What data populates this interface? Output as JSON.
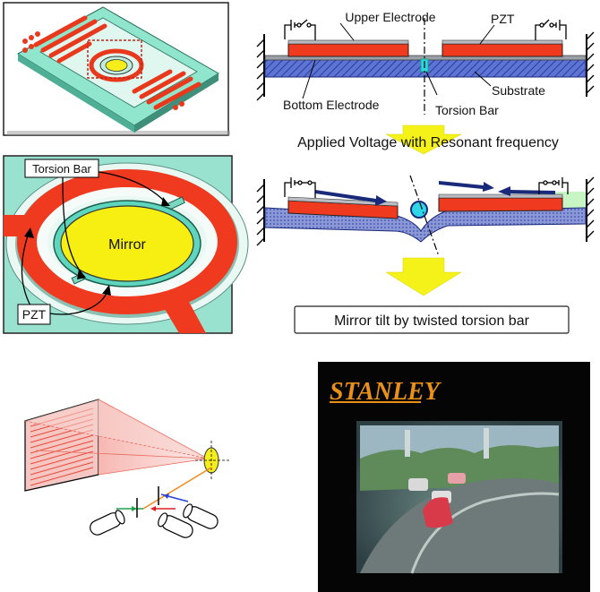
{
  "top_diagram": {
    "upper_electrode": "Upper Electrode",
    "pzt": "PZT",
    "bottom_electrode": "Bottom Electrode",
    "substrate": "Substrate",
    "torsion_bar": "Torsion Bar"
  },
  "caption_voltage": "Applied Voltage with Resonant frequency",
  "caption_tilt": "Mirror tilt by twisted torsion bar",
  "detail_panel": {
    "torsion_bar": "Torsion Bar",
    "mirror": "Mirror",
    "pzt": "PZT"
  },
  "photo": {
    "logo_text": "STANLEY"
  },
  "colors": {
    "pzt": "#ee3b1e",
    "substrate": "#4f66c8",
    "device_body": "#7fe0c4",
    "mirror": "#f6ee1a",
    "arrow": "#f5f21a",
    "force_arrow": "#1a2a7a"
  }
}
